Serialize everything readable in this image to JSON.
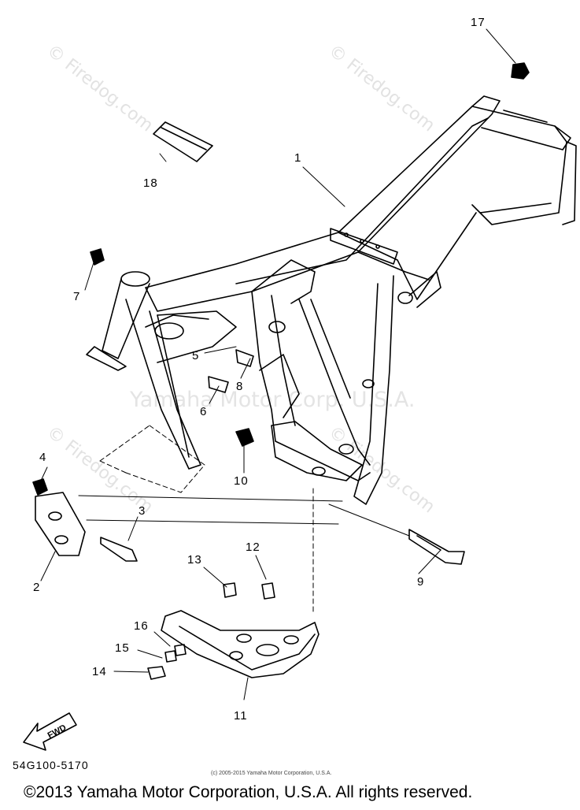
{
  "callouts": {
    "c1": "1",
    "c2": "2",
    "c3": "3",
    "c4": "4",
    "c5": "5",
    "c6": "6",
    "c7": "7",
    "c8": "8",
    "c9": "9",
    "c10": "10",
    "c11": "11",
    "c12": "12",
    "c13": "13",
    "c14": "14",
    "c15": "15",
    "c16": "16",
    "c17": "17",
    "c18": "18"
  },
  "watermarks": {
    "w1": "© Firedog.com",
    "w2": "© Firedog.com",
    "w3": "© Firedog.com",
    "w4": "© Firedog.com",
    "center": "Yamaha Motor Corp. U.S.A."
  },
  "fwd_label": "FWD",
  "part_code": "54G100-5170",
  "small_copyright": "(c) 2005-2015 Yamaha Motor Corporation, U.S.A.",
  "copyright": "©2013 Yamaha Motor Corporation, U.S.A. All rights reserved."
}
